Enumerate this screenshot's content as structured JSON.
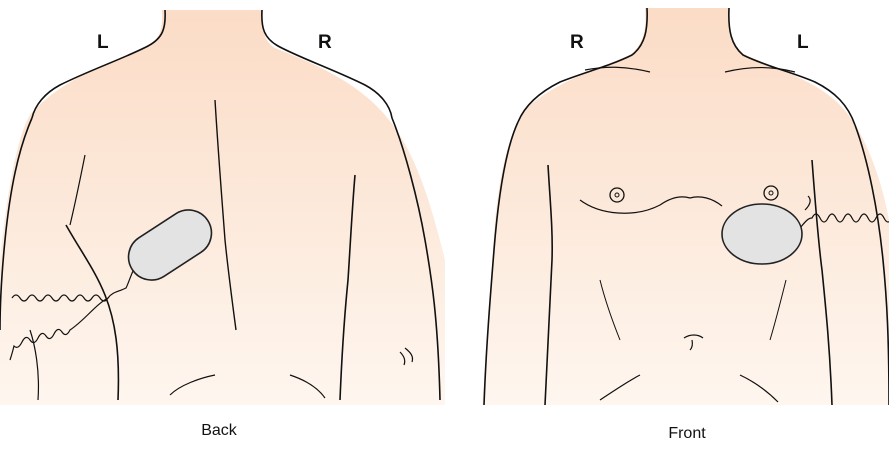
{
  "back_view": {
    "caption": "Back",
    "side_left": "L",
    "side_right": "R"
  },
  "front_view": {
    "caption": "Front",
    "side_left": "R",
    "side_right": "L"
  },
  "colors": {
    "skin_top": "#fbdcc6",
    "skin_bottom": "#fef6ef",
    "outline": "#111111",
    "device_fill": "#e3e3e3",
    "device_stroke": "#222222"
  }
}
